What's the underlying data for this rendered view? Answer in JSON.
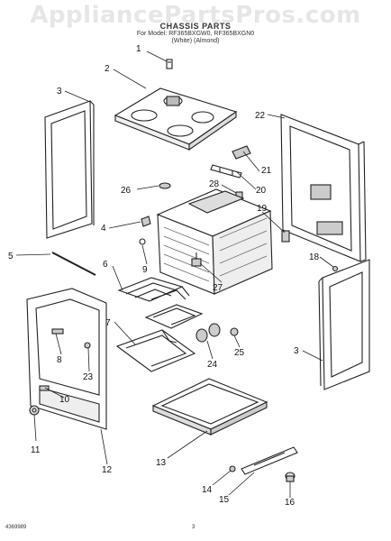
{
  "header": {
    "watermark": "AppliancePartsPros.com",
    "title": "CHASSIS PARTS",
    "subtitle": "For Model: RF365BXGW0, RF365BXGN0",
    "finish": "(White)     (Almond)"
  },
  "footer": {
    "left_code": "4369989",
    "page_number": "3"
  },
  "callouts": [
    "1",
    "2",
    "3",
    "4",
    "5",
    "6",
    "7",
    "8",
    "9",
    "10",
    "11",
    "12",
    "13",
    "14",
    "15",
    "16",
    "18",
    "19",
    "20",
    "21",
    "22",
    "23",
    "24",
    "25",
    "26",
    "27",
    "28"
  ],
  "colors": {
    "line": "#222222",
    "fill": "#ffffff",
    "shade": "#d9d9d9"
  }
}
